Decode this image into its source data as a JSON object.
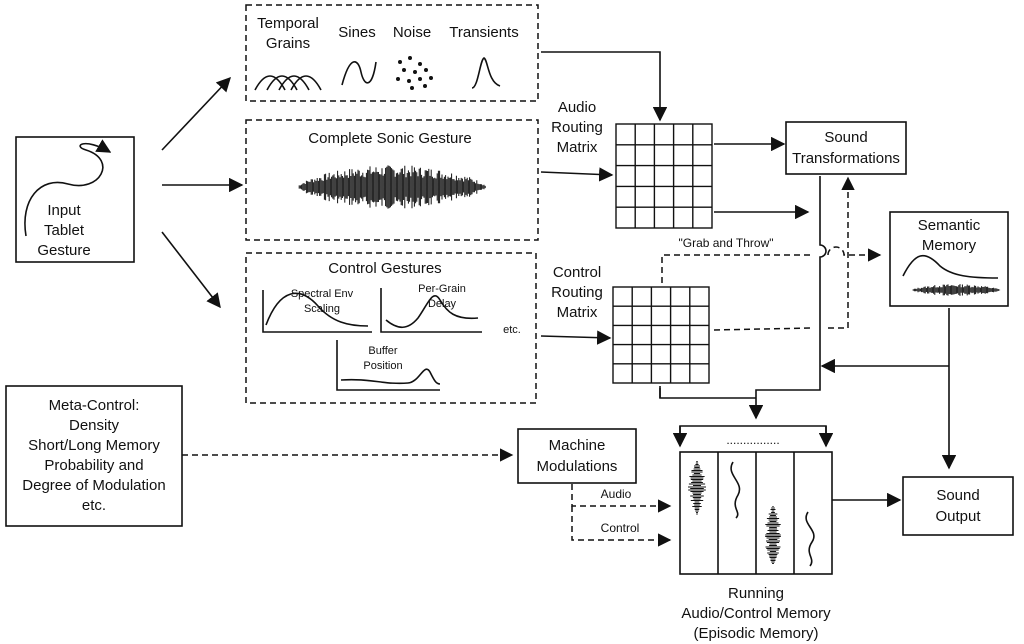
{
  "input_box": {
    "lines": [
      "Input",
      "Tablet",
      "Gesture"
    ]
  },
  "source_types": {
    "temporal_grains": [
      "Temporal",
      "Grains"
    ],
    "sines": "Sines",
    "noise": "Noise",
    "transients": "Transients"
  },
  "sonic_gesture": {
    "title": "Complete Sonic Gesture"
  },
  "control_gestures": {
    "title": "Control Gestures",
    "spectral": [
      "Spectral Env",
      "Scaling"
    ],
    "per_grain": [
      "Per-Grain",
      "Delay"
    ],
    "buffer": [
      "Buffer",
      "Position"
    ],
    "etc": "etc."
  },
  "audio_routing": {
    "lines": [
      "Audio",
      "Routing",
      "Matrix"
    ]
  },
  "control_routing": {
    "lines": [
      "Control",
      "Routing",
      "Matrix"
    ]
  },
  "grab_throw": "\"Grab and Throw\"",
  "sound_transformations": {
    "lines": [
      "Sound",
      "Transformations"
    ]
  },
  "semantic_memory": {
    "lines": [
      "Semantic",
      "Memory"
    ]
  },
  "meta_control": {
    "lines": [
      "Meta-Control:",
      "Density",
      "Short/Long Memory",
      "Probability and",
      "Degree of Modulation",
      "etc."
    ]
  },
  "machine_modulations": {
    "lines": [
      "Machine",
      "Modulations"
    ]
  },
  "mod_audio": "Audio",
  "mod_control": "Control",
  "sound_output": {
    "lines": [
      "Sound",
      "Output"
    ]
  },
  "running_memory": {
    "dots": "................",
    "lines": [
      "Running",
      "Audio/Control Memory",
      "(Episodic Memory)"
    ]
  }
}
